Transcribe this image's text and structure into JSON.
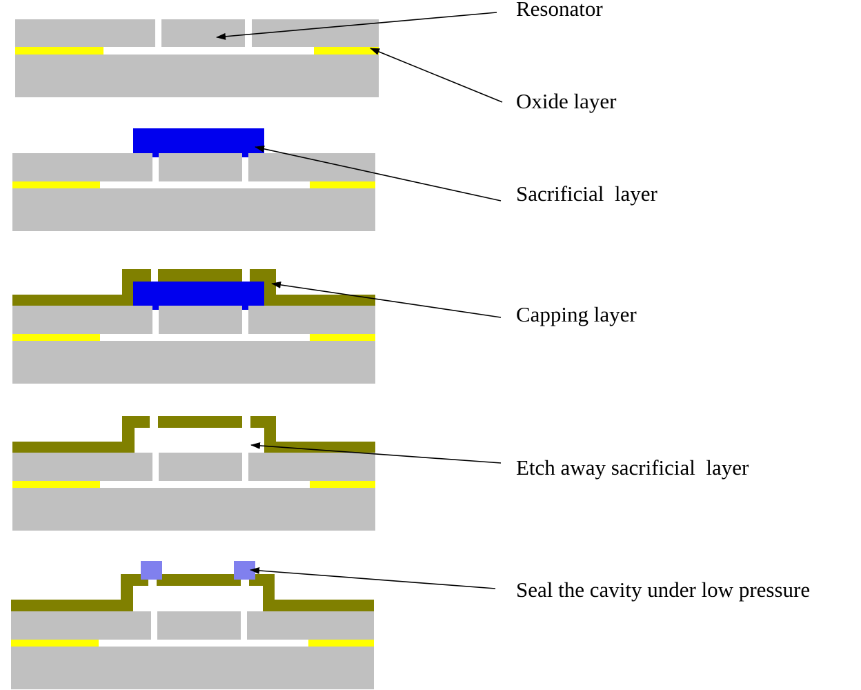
{
  "colors": {
    "silicon": "#c0c0c0",
    "oxide": "#ffff00",
    "sacrificial": "#0000ee",
    "capping": "#808000",
    "seal": "#8080ee",
    "gap": "#ffffff",
    "arrow": "#000000"
  },
  "steps": [
    {
      "label": "Resonator"
    },
    {
      "label": "Oxide layer"
    },
    {
      "label": "Sacrificial  layer"
    },
    {
      "label": "Capping layer"
    },
    {
      "label": "Etch away sacrificial  layer"
    },
    {
      "label": "Seal the cavity under low pressure"
    }
  ]
}
